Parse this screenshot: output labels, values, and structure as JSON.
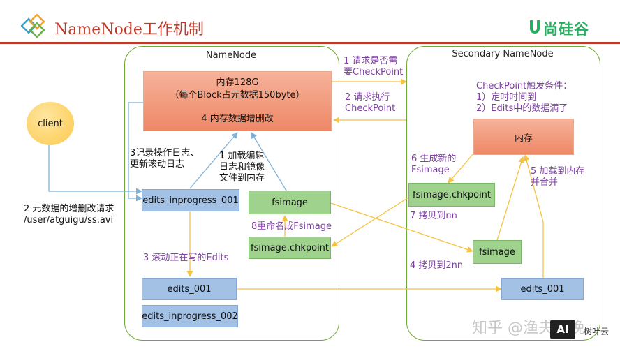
{
  "header": {
    "title": "NameNode工作机制",
    "brand": "尚硅谷"
  },
  "panels": {
    "namenode_title": "NameNode",
    "secondary_title": "Secondary NameNode"
  },
  "nodes": {
    "client": "client",
    "memory_line1": "内存128G",
    "memory_line2": "（每个Block占元数据150byte）",
    "memory_line3": "4 内存数据增删改",
    "edits_inprogress_001": "edits_inprogress_001",
    "fsimage_nn": "fsimage",
    "fsimage_chkpoint_nn": "fsimage.chkpoint",
    "edits_001_nn": "edits_001",
    "edits_inprogress_002": "edits_inprogress_002",
    "snn_memory": "内存",
    "fsimage_chkpoint_snn": "fsimage.chkpoint",
    "fsimage_snn": "fsimage",
    "edits_001_snn": "edits_001"
  },
  "labels": {
    "step1_line1": "1 请求是否需",
    "step1_line2": "要CheckPoint",
    "step2_line1": "2 请求执行",
    "step2_line2": "CheckPoint",
    "trigger_line1": "CheckPoint触发条件：",
    "trigger_line2": "1）定时时间到",
    "trigger_line3": "2）Edits中的数据满了",
    "log_line1": "3记录操作日志、",
    "log_line2": "更新滚动日志",
    "load_line1": "1 加载编辑",
    "load_line2": "日志和镜像",
    "load_line3": "文件到内存",
    "client_req_line1": "2 元数据的增删改请求",
    "client_req_line2": "/user/atguigu/ss.avi",
    "rename": "8重命名成Fsimage",
    "roll": "3 滚动正在写的Edits",
    "gen_line1": "6 生成新的",
    "gen_line2": "Fsimage",
    "copy_nn": "7 拷贝到nn",
    "copy_2nn": "4 拷贝到2nn",
    "merge_line1": "5 加载到内存",
    "merge_line2": "并合并"
  },
  "watermark": {
    "text": "知乎 @渔夫唱晚",
    "badge": "AI",
    "badge_caption": "树叶云"
  },
  "colors": {
    "title": "#c0392b",
    "panel_border": "#6fa832",
    "memory_box": "#ee8866",
    "green_box": "#9ed28d",
    "blue_box": "#a3c1e4",
    "client": "#fcc94c",
    "arrow_blue": "#7fb2d8",
    "arrow_yellow": "#f5c242",
    "purple_text": "#7b3fa0"
  }
}
